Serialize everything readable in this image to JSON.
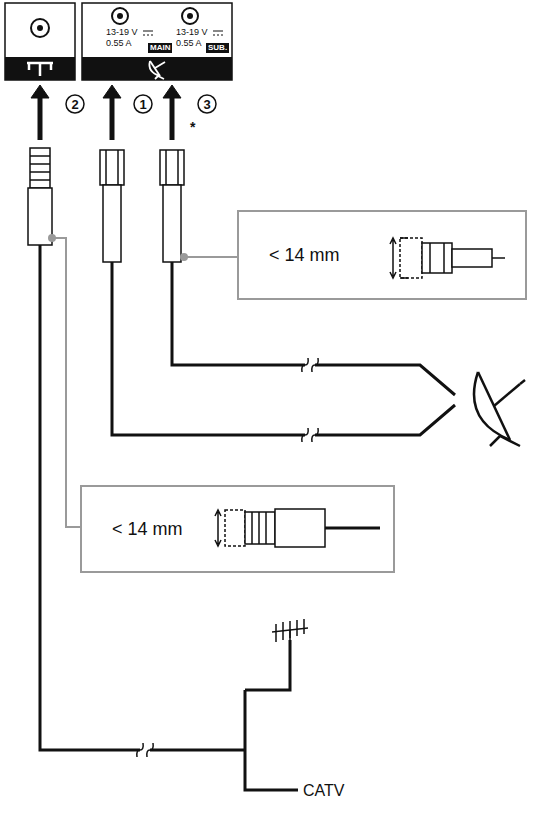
{
  "diagram": {
    "nodes": [
      {
        "text": [
          "< 14 mm"
        ]
      },
      {
        "text": [
          "< 14 mm"
        ]
      }
    ],
    "labels": [
      "13-19 V",
      "0.55 A",
      "MAIN",
      "13-19 V",
      "0.55 A",
      "SUB.",
      "2",
      "1",
      "3",
      "*",
      "CATV"
    ]
  }
}
